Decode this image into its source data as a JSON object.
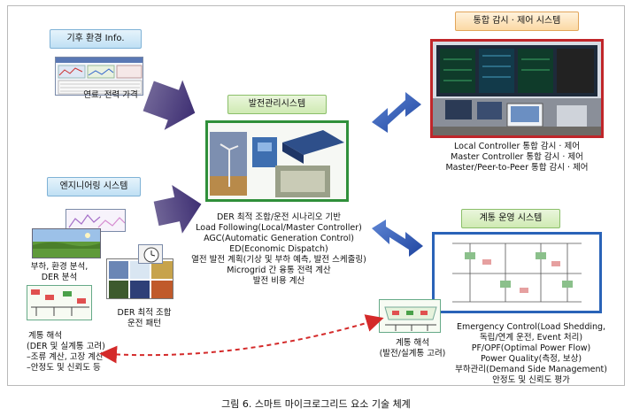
{
  "caption": "그림 6. 스마트 마이크로그리드 요소 기술 체계",
  "weather": {
    "title": "기후 환경 Info.",
    "label": "연료, 전력 가격"
  },
  "engineering": {
    "title": "엔지니어링 시스템",
    "analysis_label_lines": [
      "부하, 환경 분석,",
      "DER 분석"
    ],
    "pattern_label_lines": [
      "DER 최적 조합",
      "운전 패턴"
    ],
    "grid_analysis_lines": [
      "계통 해석",
      "(DER 및 실계통 고려)",
      "–조류 계산, 고장 계산",
      "–안정도 및 신뢰도 등"
    ]
  },
  "power_mgmt": {
    "title": "발전관리시스템",
    "lines": [
      "DER 최적 조합/운전 시나리오 기반",
      "Load Following(Local/Master Controller)",
      "AGC(Automatic Generation Control)",
      "ED(Economic Dispatch)",
      "열전 발전 계획(기상 및 부하 예측, 발전 스케줄링)",
      "Microgrid 간 융통 전력 계산",
      "발전 비용 계산"
    ]
  },
  "monitoring": {
    "title": "통합 감시 · 제어 시스템",
    "lines": [
      "Local Controller 통합 감시 · 제어",
      "Master Controller 통합 감시 · 제어",
      "Master/Peer-to-Peer 통합 감시 · 제어"
    ]
  },
  "grid_ops": {
    "title": "계통 운영 시스템",
    "analysis_lines": [
      "계통 해석",
      "(발전/실계통 고려)"
    ],
    "lines": [
      "Emergency Control(Load Shedding,",
      "독립/연계 운전, Event 처리)",
      "PF/OPF(Optimal Power Flow)",
      "Power Quality(측정, 보상)",
      "부하관리(Demand Side Management)",
      "안정도 및 신뢰도 평가"
    ]
  },
  "colors": {
    "green": "#2f8f3a",
    "red": "#c0262a",
    "blue": "#2a63b8",
    "arrow_blue": "#2a56b0",
    "arrow_purple": "#4b3a82",
    "dashed_red": "#d42a2a"
  }
}
